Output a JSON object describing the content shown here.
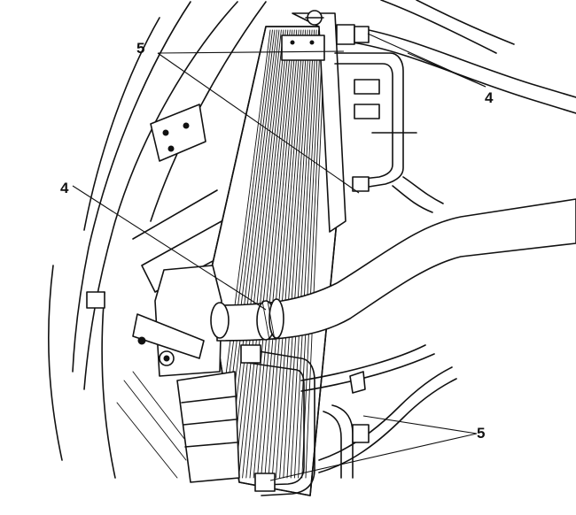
{
  "diagram": {
    "callouts": [
      {
        "id": "c5-top",
        "text": "5"
      },
      {
        "id": "c4-right",
        "text": "4"
      },
      {
        "id": "c4-left",
        "text": "4"
      },
      {
        "id": "c5-bottom",
        "text": "5"
      }
    ]
  }
}
